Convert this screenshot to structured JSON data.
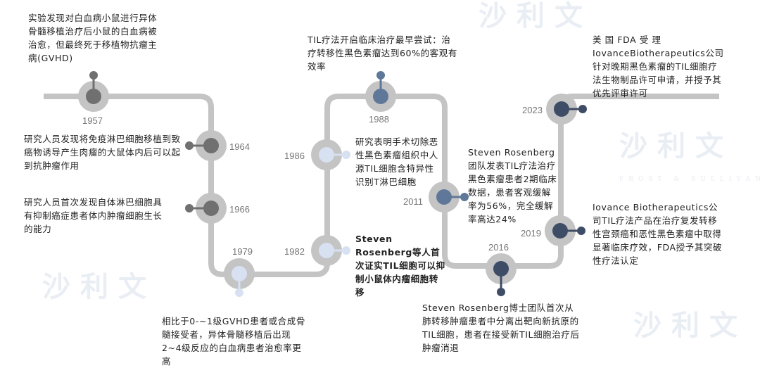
{
  "watermark": {
    "cn": "沙利文",
    "en": "FROST & SULLIVAN"
  },
  "colors": {
    "track": "#c4c4c4",
    "gray": "#707070",
    "light_blue": "#d7e1f2",
    "mid_blue": "#5f7899",
    "dark_blue": "#3e4c66"
  },
  "events": [
    {
      "year": "1957",
      "text": "实验发现对白血病小鼠进行异体骨髓移植治疗后小鼠的白血病被治愈，但最终死于移植物抗瘤主病(GVHD)"
    },
    {
      "year": "1964",
      "text": "研究人员发现将免疫淋巴细胞移植到致癌物诱导产生肉瘤的大鼠体内后可以起到抗肿瘤作用"
    },
    {
      "year": "1966",
      "text": "研究人员首次发现自体淋巴细胞具有抑制癌症患者体内肿瘤细胞生长的能力"
    },
    {
      "year": "1979",
      "text": "相比于0-~1级GVHD患者或合成骨髓接受者，异体骨髓移植后出现2~4级反应的白血病患者治愈率更高"
    },
    {
      "year": "1982",
      "text": "Steven Rosenberg等人首次证实TIL细胞可以抑制小鼠体内瘤细胞转移"
    },
    {
      "year": "1986",
      "text": "研究表明手术切除恶性黑色素瘤组织中人源TIL细胞含特异性识别T淋巴细胞"
    },
    {
      "year": "1988",
      "text": "TIL疗法开启临床治疗最早尝试：治疗转移性黑色素瘤达到60%的客观有效率"
    },
    {
      "year": "2011",
      "text": "Steven Rosenberg团队发表TIL疗法治疗黑色素瘤患者2期临床数据，患者客观缓解率为56%，完全缓解率高达24%"
    },
    {
      "year": "2016",
      "text": "Steven Rosenberg博士团队首次从肺转移肿瘤患者中分离出靶向新抗原的TIL细胞，患者在接受新TIL细胞治疗后肿瘤消退"
    },
    {
      "year": "2019",
      "text": "Iovance Biotherapeutics公司TIL疗法产品在治疗复发转移性宫颈癌和恶性黑色素瘤中取得显著临床疗效，FDA授予其突破性疗法认定"
    },
    {
      "year": "2023",
      "text": "美 国 FDA 受 理 IovanceBiotherapeutics公司针对晚期黑色素瘤的TIL细胞疗法生物制品许可申请，并授予其优先评审许可"
    }
  ]
}
